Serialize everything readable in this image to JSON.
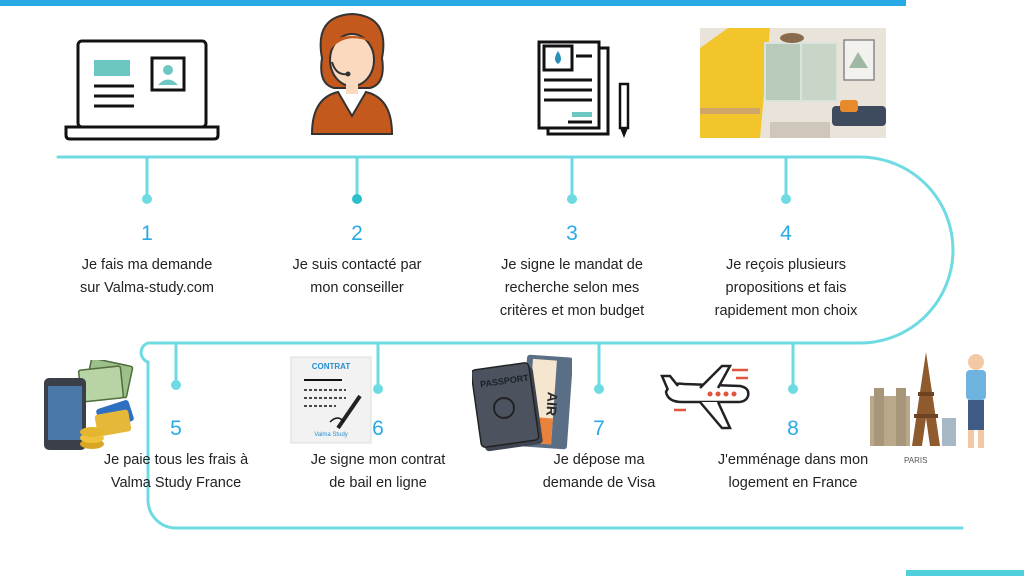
{
  "colors": {
    "accent_line": "#6edbe3",
    "number": "#29a9e6",
    "text": "#222222"
  },
  "steps": [
    {
      "number": "1",
      "line1": "Je fais ma demande",
      "line2": "sur Valma-study.com",
      "icon": "laptop-profile-icon"
    },
    {
      "number": "2",
      "line1": "Je suis contacté par",
      "line2": "mon conseiller",
      "icon": "advisor-headset-icon"
    },
    {
      "number": "3",
      "line1": "Je signe le mandat de",
      "line2": "recherche selon mes",
      "line3": "critères et mon budget",
      "icon": "document-pen-icon"
    },
    {
      "number": "4",
      "line1": "Je reçois plusieurs",
      "line2": "propositions et fais",
      "line3": "rapidement mon choix",
      "icon": "apartment-photo"
    },
    {
      "number": "5",
      "line1": "Je paie tous les frais à",
      "line2": "Valma Study France",
      "icon": "payment-money-icon"
    },
    {
      "number": "6",
      "line1": "Je signe mon contrat",
      "line2": "de bail en ligne",
      "icon": "contract-icon"
    },
    {
      "number": "7",
      "line1": "Je dépose ma",
      "line2": "demande de Visa",
      "icon": "passport-ticket-icon"
    },
    {
      "number": "8",
      "line1": "J'emménage dans mon",
      "line2": "logement en France",
      "icon": "paris-traveler-icon"
    }
  ],
  "art": {
    "contract_title": "CONTRAT",
    "contract_brand": "Valma Study",
    "passport": "PASSPORT",
    "ticket": "AIR",
    "city": "PARIS"
  }
}
